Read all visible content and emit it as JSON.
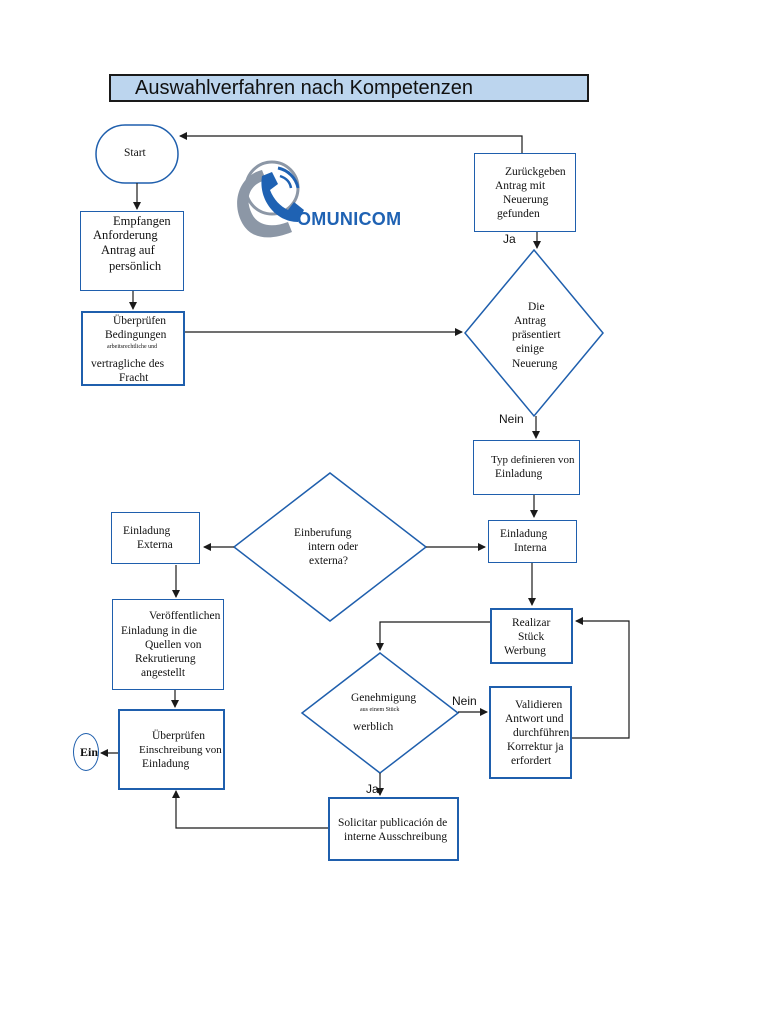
{
  "title": "Auswahlverfahren nach Kompetenzen",
  "logo": {
    "name": "phone-logo-icon",
    "text": "OMUNICOM"
  },
  "colors": {
    "title_fill": "#bcd5ee",
    "node_border": "#1f5fad",
    "logo_blue": "#1f62b3",
    "line": "#1a1a1a"
  },
  "nodes": {
    "start": {
      "lines": [
        "Start"
      ]
    },
    "empfangen": {
      "lines": [
        "Empfangen",
        "Anforderung",
        "Antrag auf",
        "persönlich"
      ]
    },
    "ueberpruefen_bedingungen": {
      "lines": [
        "Überprüfen",
        "Bedingungen",
        "arbeitsrechtliche und",
        "vertragliche des",
        "Fracht"
      ]
    },
    "zurueckgeben": {
      "lines": [
        "Zurückgeben",
        "Antrag mit",
        "Neuerung",
        "gefunden"
      ]
    },
    "neuerung_decision": {
      "lines": [
        "Die",
        "Antrag",
        "präsentiert",
        "einige",
        "Neuerung"
      ]
    },
    "typ_definieren": {
      "lines": [
        "Typ definieren von",
        "Einladung"
      ]
    },
    "einberufung_decision": {
      "lines": [
        "Einberufung",
        "intern oder",
        "externa?"
      ]
    },
    "einladung_externa": {
      "lines": [
        "Einladung",
        "Externa"
      ]
    },
    "einladung_interna": {
      "lines": [
        "Einladung",
        "Interna"
      ]
    },
    "veroeffentlichen": {
      "lines": [
        "Veröffentlichen",
        "Einladung in die",
        "Quellen von",
        "Rekrutierung",
        "angestellt"
      ]
    },
    "realizar": {
      "lines": [
        "Realizar",
        "Stück",
        "Werbung"
      ]
    },
    "ueberpruefen_einschreibung": {
      "lines": [
        "Überprüfen",
        "Einschreibung von",
        "Einladung"
      ]
    },
    "genehmigung_decision": {
      "lines": [
        "Genehmigung",
        "aus einem Stück",
        "werblich"
      ]
    },
    "validieren": {
      "lines": [
        "Validieren",
        "Antwort und",
        "durchführen",
        "Korrektur ja",
        "erfordert"
      ]
    },
    "solicitar": {
      "lines": [
        "Solicitar publicación de",
        "interne Ausschreibung"
      ]
    },
    "ende": {
      "lines": [
        "Ein"
      ]
    }
  },
  "edge_labels": {
    "ja_top": "Ja",
    "nein_mid": "Nein",
    "nein_right": "Nein",
    "ja_bottom": "Ja"
  }
}
